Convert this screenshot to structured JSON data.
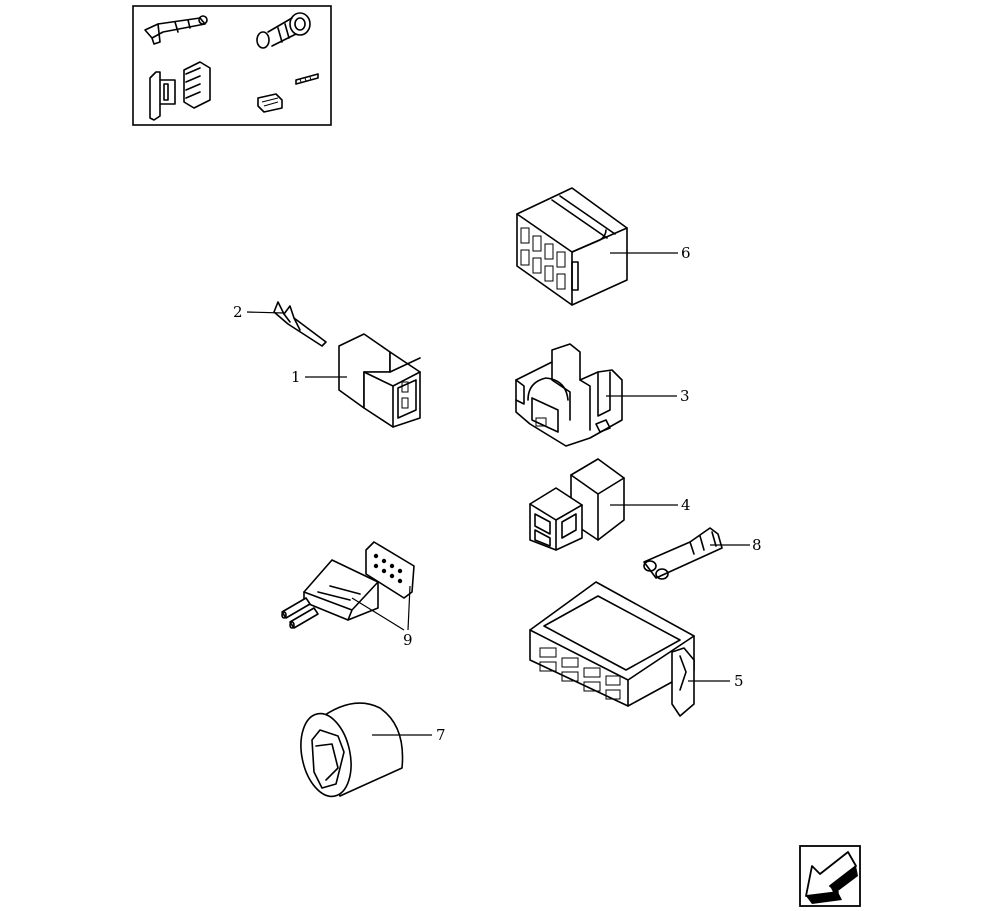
{
  "thumbnail": {
    "icons": [
      "connector-thumb-icon",
      "plug-thumb-icon",
      "multi-pin-thumb-icon",
      "terminal-thumb-icon"
    ]
  },
  "callouts": [
    {
      "id": "c1",
      "label": "1"
    },
    {
      "id": "c2",
      "label": "2"
    },
    {
      "id": "c3",
      "label": "3"
    },
    {
      "id": "c4",
      "label": "4"
    },
    {
      "id": "c5",
      "label": "5"
    },
    {
      "id": "c6",
      "label": "6"
    },
    {
      "id": "c7",
      "label": "7"
    },
    {
      "id": "c8",
      "label": "8"
    },
    {
      "id": "c9",
      "label": "9"
    }
  ],
  "nav": {
    "icon": "previous-page-arrow-icon"
  }
}
